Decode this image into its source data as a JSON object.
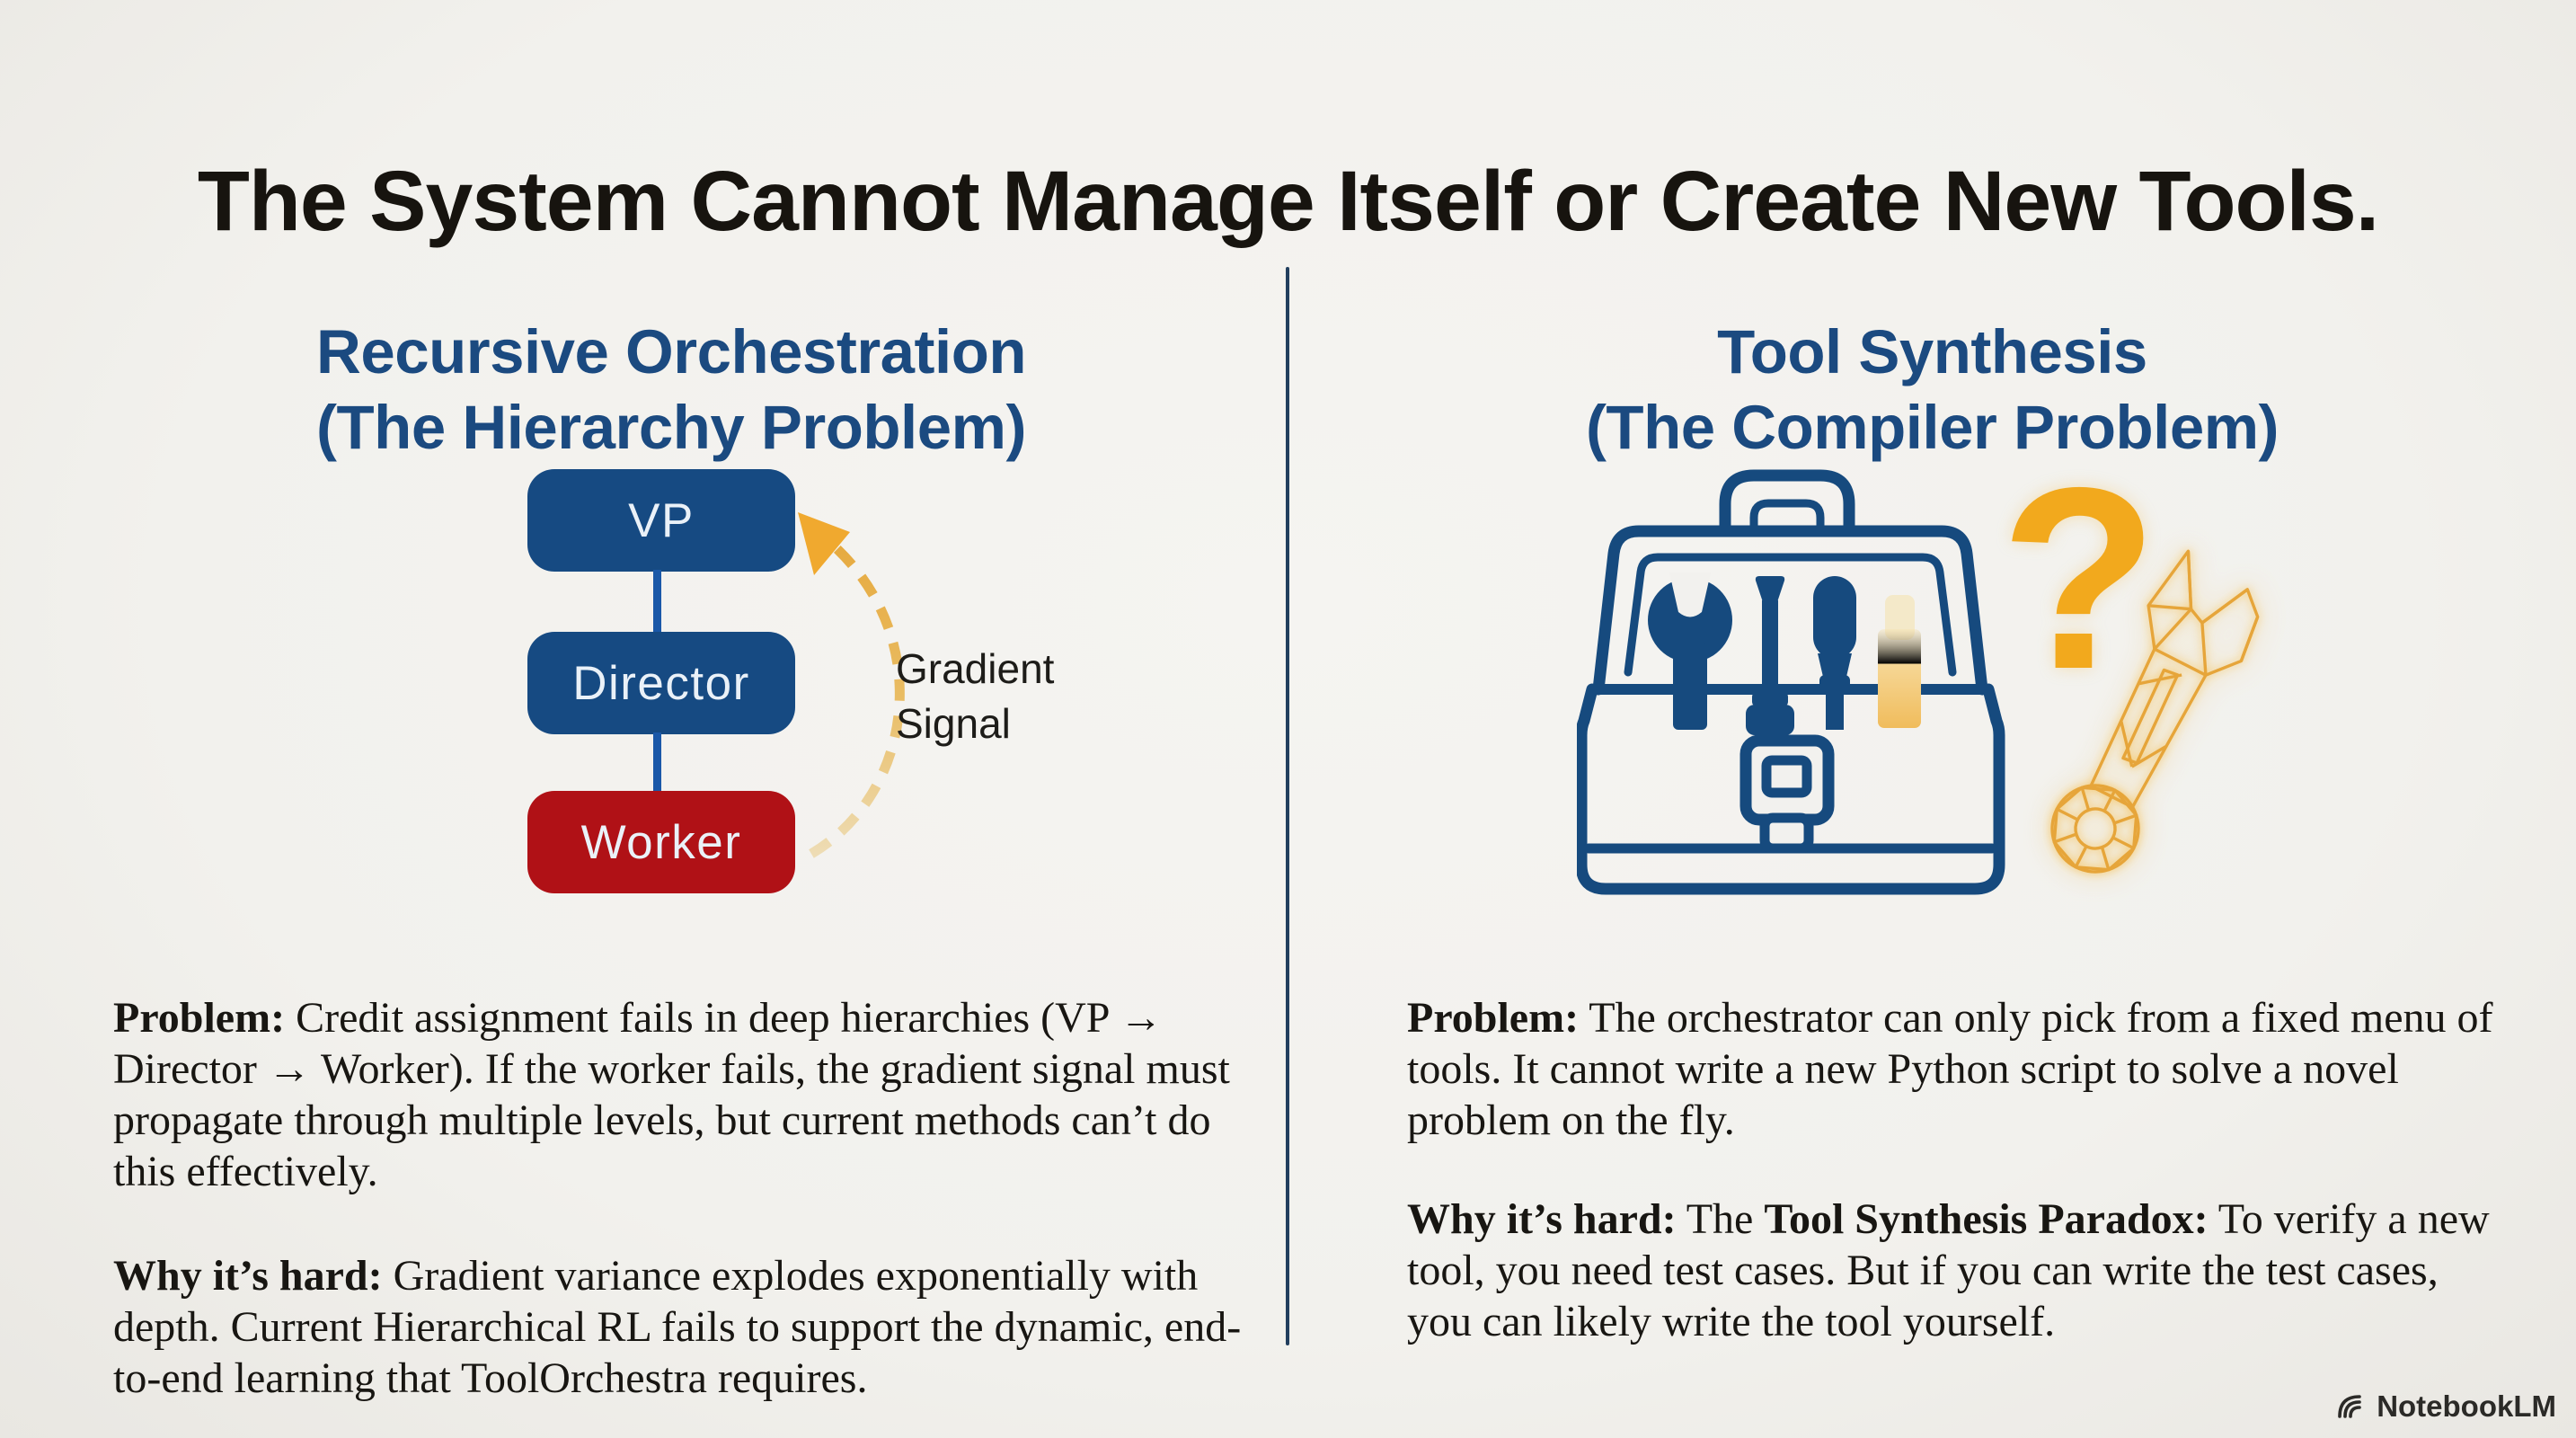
{
  "title": "The System Cannot Manage Itself or Create New Tools.",
  "left": {
    "heading_line1": "Recursive Orchestration",
    "heading_line2": "(The Hierarchy Problem)",
    "flowchart": {
      "nodes": [
        {
          "label": "VP"
        },
        {
          "label": "Director"
        },
        {
          "label": "Worker"
        }
      ],
      "arrow_label": [
        "Gradient",
        "Signal"
      ]
    },
    "problem": {
      "segments": [
        {
          "bold": true,
          "text": "Problem:"
        },
        {
          "bold": false,
          "text": " Credit assignment fails in deep hierarchies (VP → Director → Worker). If the worker fails, the gradient signal must propagate through multiple levels, but current methods can’t do this effectively."
        }
      ]
    },
    "why": {
      "segments": [
        {
          "bold": true,
          "text": "Why it’s hard:"
        },
        {
          "bold": false,
          "text": " Gradient variance explodes exponentially with depth. Current Hierarchical RL fails to support the dynamic, end-to-end learning that ToolOrchestra requires."
        }
      ]
    }
  },
  "right": {
    "heading_line1": "Tool Synthesis",
    "heading_line2": "(The Compiler Problem)",
    "question_mark": "?",
    "icons": {
      "toolbox": "toolbox-icon",
      "question": "question-mark-icon",
      "wrench": "wireframe-wrench-icon"
    },
    "problem": {
      "segments": [
        {
          "bold": true,
          "text": "Problem:"
        },
        {
          "bold": false,
          "text": " The orchestrator can only pick from a fixed menu of tools. It cannot write a new Python script to solve a novel problem on the fly."
        }
      ]
    },
    "why": {
      "segments": [
        {
          "bold": true,
          "text": "Why it’s hard:"
        },
        {
          "bold": false,
          "text": " The "
        },
        {
          "bold": true,
          "text": "Tool Synthesis Paradox:"
        },
        {
          "bold": false,
          "text": " To verify a new tool, you need test cases. But if you can write the test cases, you can likely write the tool yourself."
        }
      ]
    }
  },
  "footer": {
    "brand": "NotebookLM"
  },
  "colors": {
    "background": "#f2f1ed",
    "title": "#17140f",
    "heading": "#1b4a80",
    "node_blue": "#164a82",
    "node_red": "#b01116",
    "node_text": "#eaf1f8",
    "connector": "#1a58a8",
    "arrow_amber": "#e8a93c",
    "arrow_fade": "#eedfbb",
    "label_text": "#1d1c19",
    "body_text": "#181612",
    "divider": "#223f5e",
    "icon_navy": "#164a7e",
    "question_amber": "#f2a91d",
    "wire_amber": "#e6a53a",
    "brand": "#2b2a27"
  }
}
